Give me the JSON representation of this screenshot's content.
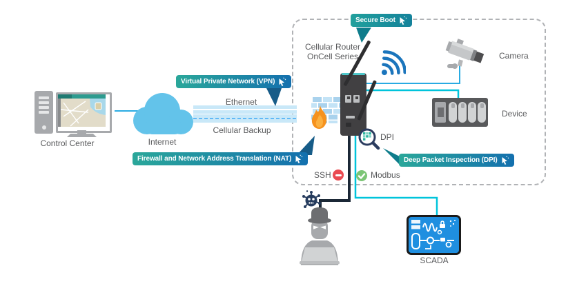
{
  "colors": {
    "callout_gradient_start": "#2AA79A",
    "callout_gradient_end": "#1470AE",
    "cloud_blue": "#63C3EA",
    "link_cyan": "#00C4DB",
    "link_blue": "#29ABE2",
    "attack_line_dark": "#1B2836",
    "allowed_green": "#7CC576",
    "blocked_red": "#EA4B52",
    "wifi_blue": "#1B75BC",
    "label_gray": "#58595B"
  },
  "nodes": {
    "control_center": {
      "label": "Control Center"
    },
    "internet": {
      "label": "Internet"
    },
    "router": {
      "label_line1": "Cellular Router",
      "label_line2": "OnCell Series"
    },
    "camera": {
      "label": "Camera"
    },
    "device": {
      "label": "Device"
    },
    "scada": {
      "label": "SCADA"
    },
    "dpi_inspector": {
      "label": "DPI"
    }
  },
  "links": {
    "ethernet": {
      "label": "Ethernet"
    },
    "cellular_backup": {
      "label": "Cellular Backup"
    }
  },
  "protocols": {
    "ssh": {
      "label": "SSH",
      "status": "blocked"
    },
    "modbus": {
      "label": "Modbus",
      "status": "allowed"
    }
  },
  "callouts": {
    "secure_boot": {
      "label": "Secure Boot"
    },
    "vpn": {
      "label": "Virtual Private Network (VPN)"
    },
    "nat": {
      "label": "Firewall and Network Address Translation (NAT)"
    },
    "dpi": {
      "label": "Deep Packet Inspection (DPI)"
    }
  }
}
